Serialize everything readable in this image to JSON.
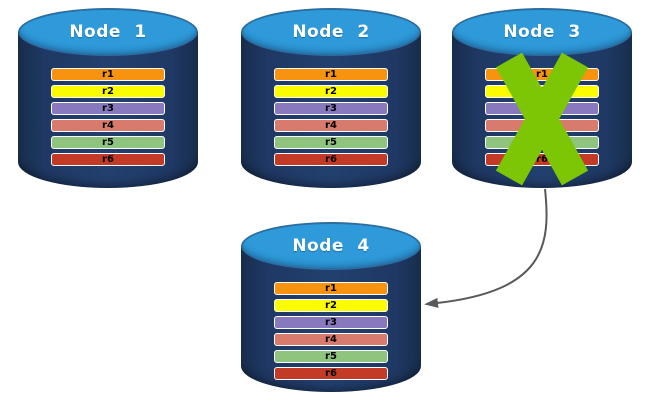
{
  "canvas": {
    "background": "#FFFFFF"
  },
  "palette": {
    "cylinder_body": "#1F3864",
    "cylinder_top": "#2E9AD9",
    "cylinder_top_border": "#2B6DA0",
    "node_label_text": "#FFFFFF",
    "row_label_text": "#000000",
    "row_border": "#FFFFFF",
    "x_mark": "#7CC606",
    "arrow": "#595959"
  },
  "rows": [
    {
      "label": "r1",
      "color": "#F7930E"
    },
    {
      "label": "r2",
      "color": "#FCFC00"
    },
    {
      "label": "r3",
      "color": "#8878BE"
    },
    {
      "label": "r4",
      "color": "#D97B6C"
    },
    {
      "label": "r5",
      "color": "#8FC47E"
    },
    {
      "label": "r6",
      "color": "#C33B27"
    }
  ],
  "nodes": [
    {
      "label": "Node 1",
      "failed": false
    },
    {
      "label": "Node 2",
      "failed": false
    },
    {
      "label": "Node 3",
      "failed": true
    },
    {
      "label": "Node 4",
      "failed": false
    }
  ],
  "arrow": {
    "from": "Node 3",
    "to": "Node 4"
  }
}
